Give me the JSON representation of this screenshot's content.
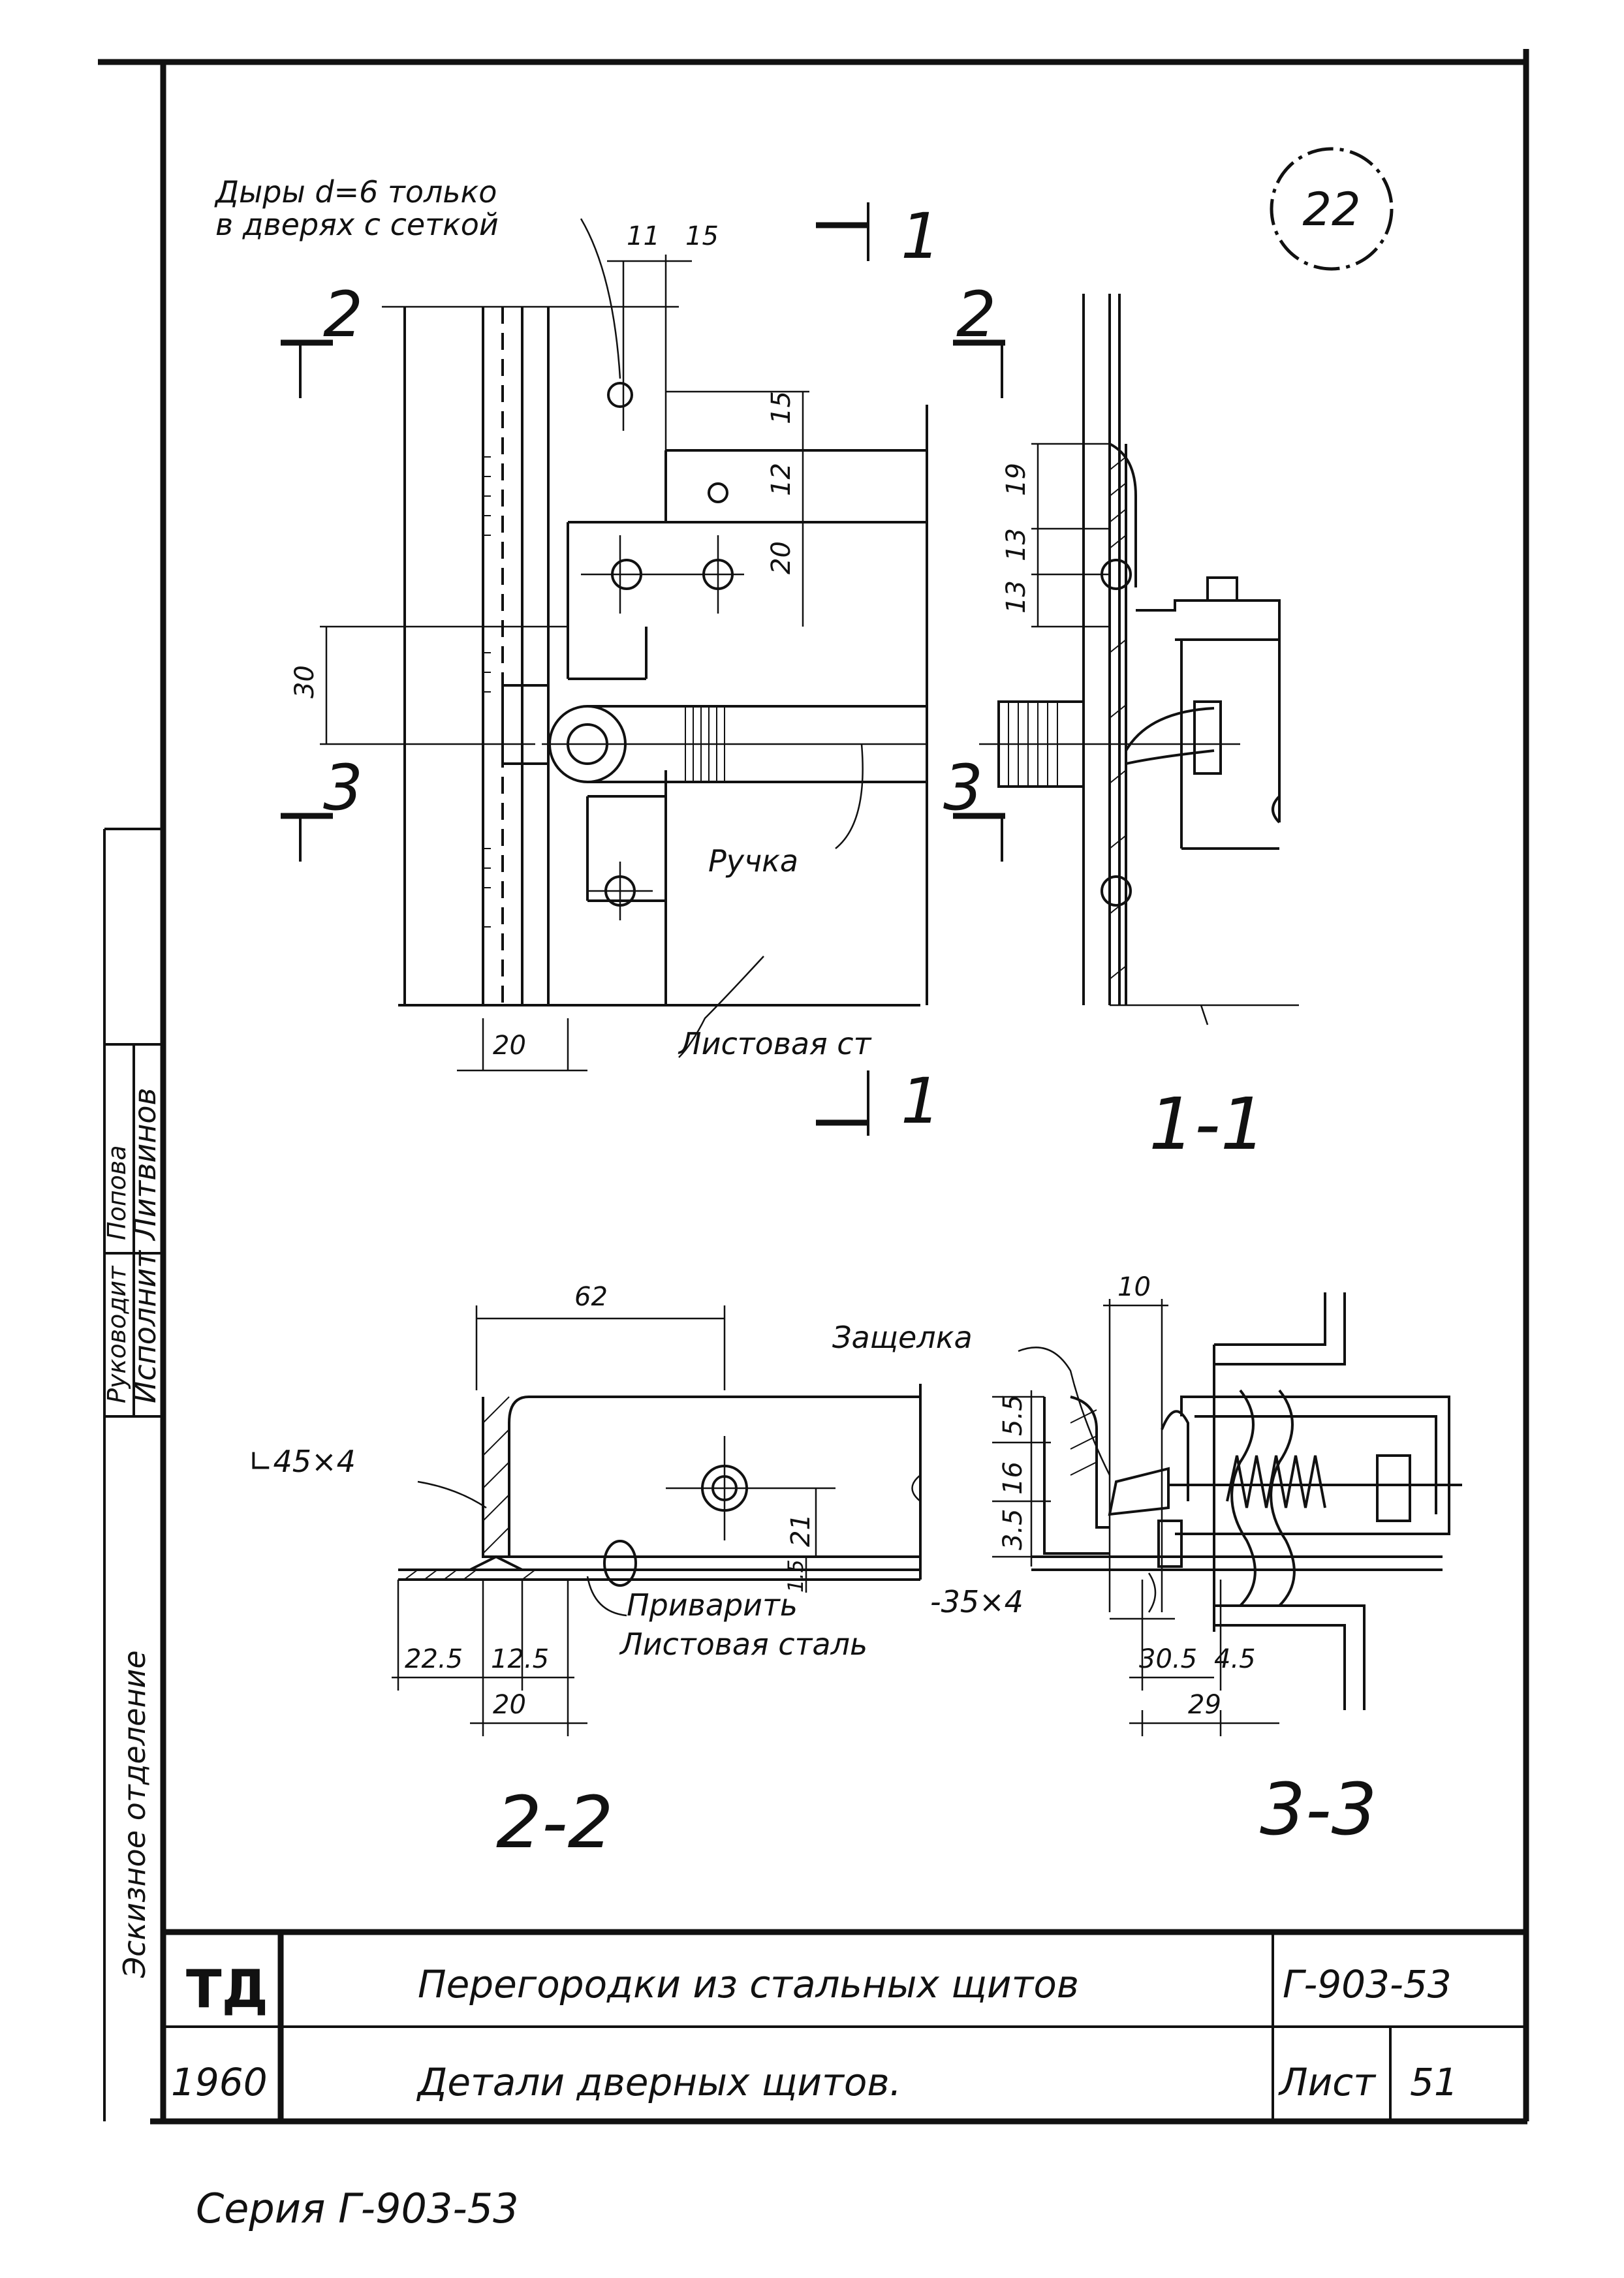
{
  "stamp": "22",
  "notes": {
    "holes_line1": "Дыры d=6 только",
    "holes_line2": "в дверях с сеткой",
    "handle": "Ручка",
    "sheet_steel": "Листовая ст",
    "latch": "Защелка",
    "angle": "∟45×4",
    "weld": "Приварить",
    "sheet_steel_full": "Листовая сталь",
    "strip": "-35×4"
  },
  "sections": {
    "cut_1": "1",
    "cut_2": "2",
    "cut_3": "3",
    "label_1_1": "1-1",
    "label_2_2": "2-2",
    "label_3_3": "3-3"
  },
  "dims": {
    "d11": "11",
    "d15a": "15",
    "d15b": "15",
    "d12": "12",
    "d20a": "20",
    "d30": "30",
    "d20b": "20",
    "d19": "19",
    "d13a": "13",
    "d13b": "13",
    "d62": "62",
    "d21": "21",
    "d1_5": "1.5",
    "d22_5": "22.5",
    "d12_5": "12.5",
    "d20c": "20",
    "d10": "10",
    "d5_5": "5.5",
    "d16": "16",
    "d3_5": "3.5",
    "d30_5": "30.5",
    "d4_5": "4.5",
    "d29": "29"
  },
  "side_stamp": {
    "dept": "Эскизное отделение",
    "role1": "Исполнит",
    "name1": "Литвинов",
    "role2": "Руководит",
    "name2": "Попова"
  },
  "title_block": {
    "logo": "ТД",
    "year": "1960",
    "title": "Перегородки из стальных щитов",
    "subtitle": "Детали дверных щитов.",
    "code": "Г-903-53",
    "sheet_label": "Лист",
    "sheet_no": "51"
  },
  "footer": "Серия Г-903-53"
}
